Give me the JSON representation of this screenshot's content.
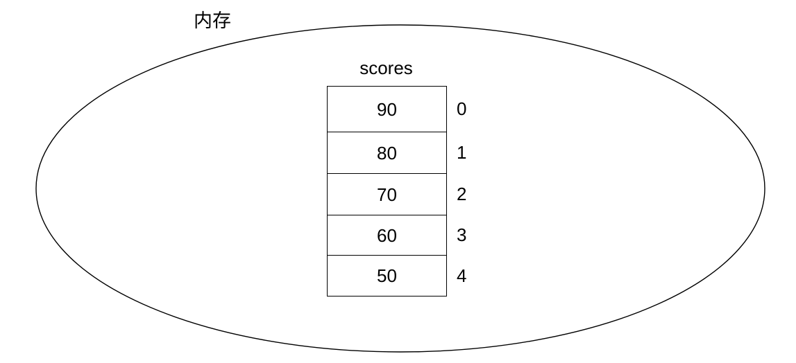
{
  "diagram": {
    "memory_region": {
      "label": "内存",
      "shape": "ellipse",
      "stroke_color": "#000000",
      "fill_color": "#ffffff"
    },
    "array": {
      "name": "scores",
      "border_color": "#000000",
      "cells": [
        {
          "value": "90",
          "index": "0"
        },
        {
          "value": "80",
          "index": "1"
        },
        {
          "value": "70",
          "index": "2"
        },
        {
          "value": "60",
          "index": "3"
        },
        {
          "value": "50",
          "index": "4"
        }
      ]
    }
  }
}
